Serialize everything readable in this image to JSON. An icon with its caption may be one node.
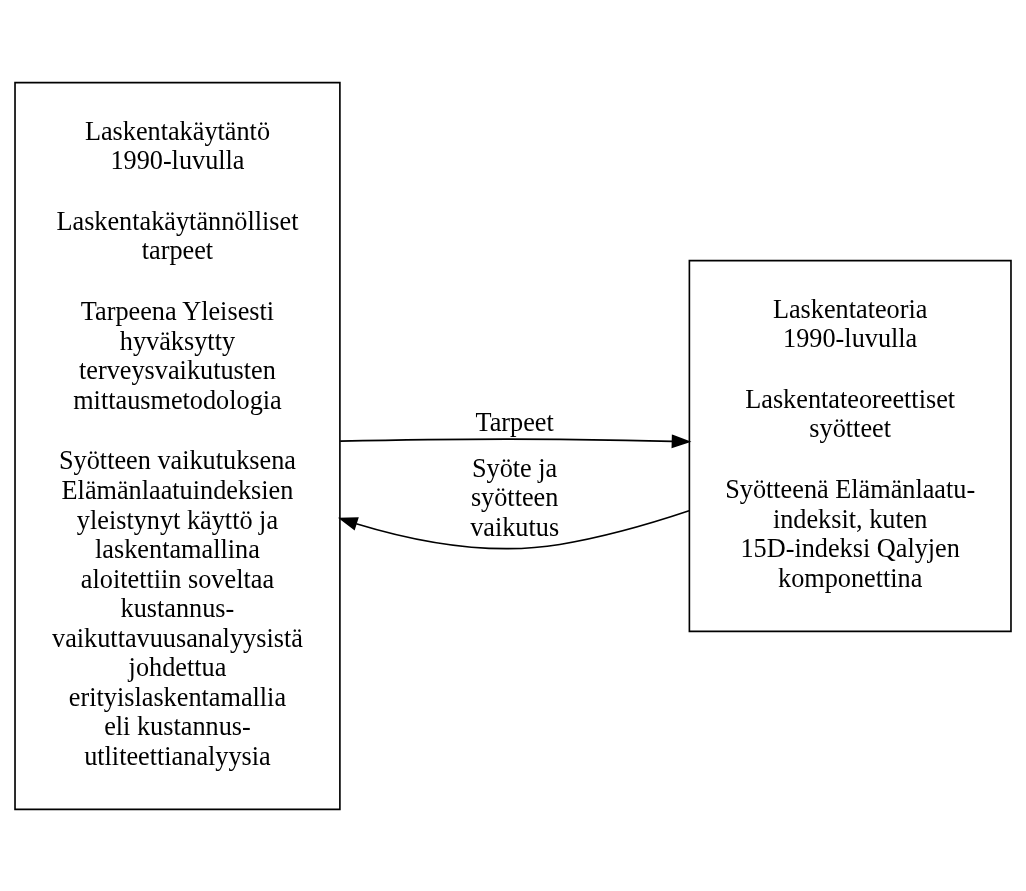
{
  "diagram": {
    "nodes": [
      {
        "text": [
          "Laskentakäytäntö 1990-luvulla",
          "Laskentakäytännölliset tarpeet",
          "Tarpeena Yleisesti hyväksytty terveysvaikutusten mittausmetodologia",
          "Syötteen vaikutuksena Elämänlaatuindeksien yleistynyt käyttö ja laskentamallina aloitettiin soveltaa kustannus-vaikuttavuusanalyysistä johdettua erityislaskentamallia eli kustannus-utliteettianalyysia"
        ]
      },
      {
        "text": [
          "Laskentateoria 1990-luvulla",
          "Laskentateoreettiset syötteet",
          "Syötteenä Elämänlaatu-indeksit, kuten 15D-indeksi Qalyjen komponettina"
        ]
      }
    ],
    "edges": [
      {
        "from": 0,
        "to": 1,
        "arrow": "to",
        "label": "Tarpeet"
      },
      {
        "from": 1,
        "to": 0,
        "arrow": "to",
        "label": "Syöte ja syötteen vaikutus"
      }
    ]
  }
}
